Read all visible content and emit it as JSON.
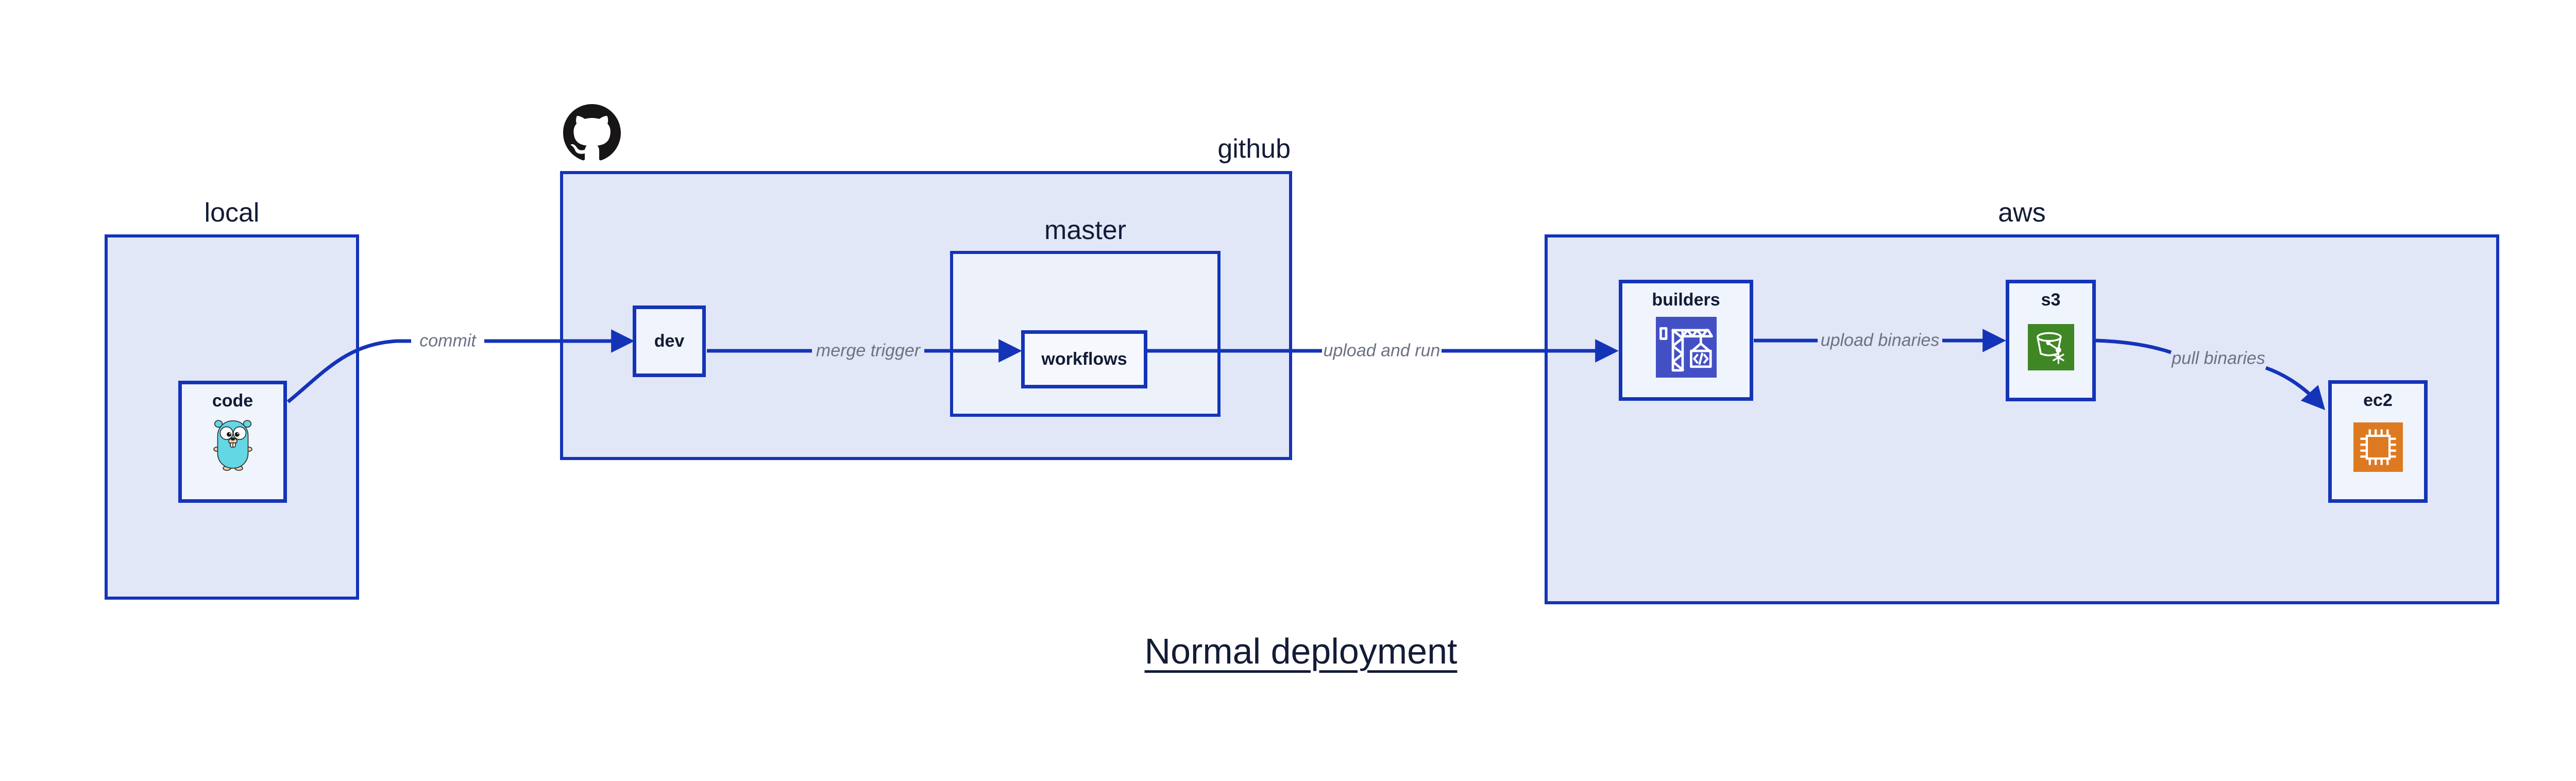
{
  "diagram": {
    "title": "Normal deployment",
    "groups": {
      "local": {
        "label": "local"
      },
      "github": {
        "label": "github"
      },
      "master": {
        "label": "master"
      },
      "aws": {
        "label": "aws"
      }
    },
    "nodes": {
      "code": {
        "label": "code",
        "icon": "go-gopher-icon"
      },
      "dev": {
        "label": "dev"
      },
      "workflows": {
        "label": "workflows"
      },
      "builders": {
        "label": "builders",
        "icon": "codebuild-crane-icon",
        "icon_color": "#4350c5"
      },
      "s3": {
        "label": "s3",
        "icon": "s3-glacier-bucket-icon",
        "icon_color": "#3f8624"
      },
      "ec2": {
        "label": "ec2",
        "icon": "ec2-chip-icon",
        "icon_color": "#dd7a21"
      }
    },
    "edges": [
      {
        "from": "code",
        "to": "dev",
        "label": "commit"
      },
      {
        "from": "dev",
        "to": "workflows",
        "label": "merge trigger"
      },
      {
        "from": "workflows",
        "to": "builders",
        "label": "upload and run"
      },
      {
        "from": "builders",
        "to": "s3",
        "label": "upload binaries"
      },
      {
        "from": "s3",
        "to": "ec2",
        "label": "pull binaries"
      }
    ],
    "icons": {
      "github_logo": "github-logo-icon",
      "code": "go-gopher-icon",
      "builders": "codebuild-crane-icon",
      "s3": "s3-glacier-bucket-icon",
      "ec2": "ec2-chip-icon"
    },
    "colors": {
      "arrow_blue": "#1434b8",
      "group_fill": "#e2e7f8",
      "master_fill": "#edf1fa",
      "node_fill": "#f0f4fc",
      "workflows_fill": "#f6f8fd",
      "label_navy": "#131c36",
      "edge_label_gray": "#6c7283",
      "github_black": "#171515",
      "builders_icon_bg": "#4350c5",
      "s3_icon_bg": "#3f8624",
      "ec2_icon_bg": "#dd7a21",
      "gopher_teal": "#63d7e3",
      "gopher_beige": "#f6d2a2"
    }
  }
}
